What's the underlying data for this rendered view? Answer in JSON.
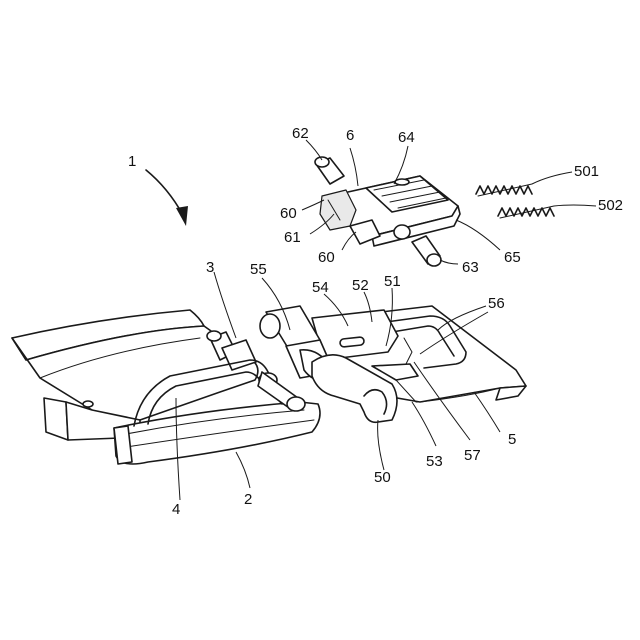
{
  "labels": {
    "assembly": "1",
    "base": "2",
    "pin_3": "3",
    "lever_4": "4",
    "frame_5": "5",
    "slot_50": "50",
    "recess_51": "51",
    "face_52": "52",
    "edge_53": "53",
    "hole_54": "54",
    "hinge_55": "55",
    "rim_56": "56",
    "corner_57": "57",
    "plate_6": "6",
    "side_60_upper": "60",
    "side_60_lower": "60",
    "tab_61": "61",
    "pin_62": "62",
    "pin_63": "63",
    "ridge_64": "64",
    "lip_65": "65",
    "spring_501": "501",
    "spring_502": "502"
  }
}
